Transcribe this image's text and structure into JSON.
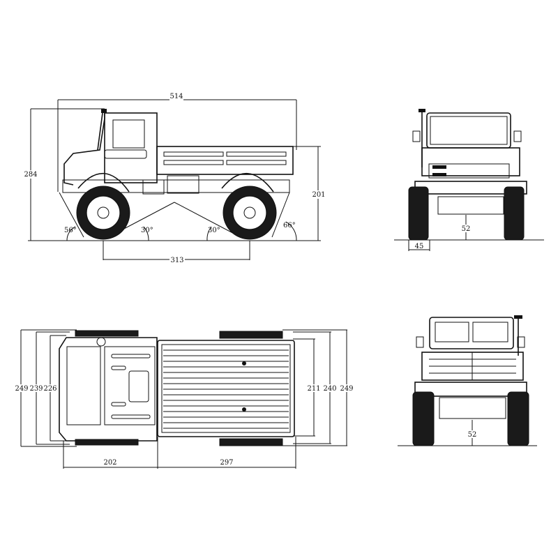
{
  "drawing": {
    "subject": "off-road truck technical dimension drawing",
    "views": [
      "side",
      "front",
      "top",
      "rear"
    ],
    "background": "#ffffff",
    "line_color": "#111111"
  },
  "side_view": {
    "overall_length": "514",
    "overall_height": "284",
    "bed_height": "201",
    "wheelbase": "313",
    "approach_angle": "56°",
    "breakover_angle_front": "30°",
    "breakover_angle_rear": "30°",
    "departure_angle": "66°"
  },
  "front_view": {
    "ground_clearance": "52",
    "tire_width": "45"
  },
  "top_view": {
    "width_outer": "249",
    "width_mid": "239",
    "width_cab": "226",
    "cab_length": "202",
    "bed_length": "297",
    "bed_width": "211",
    "bed_width_outer": "240",
    "overall_width_right": "249"
  },
  "rear_view": {
    "ground_clearance": "52"
  }
}
